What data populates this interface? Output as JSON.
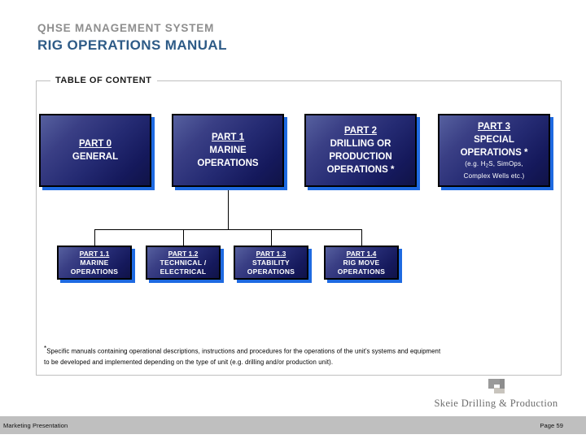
{
  "header": {
    "system_title": "QHSE MANAGEMENT SYSTEM",
    "document_title": "RIG OPERATIONS MANUAL"
  },
  "toc": {
    "legend": "TABLE OF CONTENT",
    "level1": [
      {
        "id": "part0",
        "title": "PART 0",
        "lines": [
          "GENERAL"
        ],
        "note": ""
      },
      {
        "id": "part1",
        "title": "PART 1",
        "lines": [
          "MARINE",
          "OPERATIONS"
        ],
        "note": ""
      },
      {
        "id": "part2",
        "title": "PART 2",
        "lines": [
          "DRILLING OR",
          "PRODUCTION",
          "OPERATIONS *"
        ],
        "note": ""
      },
      {
        "id": "part3",
        "title": "PART 3",
        "lines": [
          "SPECIAL",
          "OPERATIONS *"
        ],
        "note_line1": "(e.g. H",
        "note_sub": "2",
        "note_line1b": "S, SimOps,",
        "note_line2": "Complex Wells etc.)"
      }
    ],
    "level2": [
      {
        "id": "part11",
        "title": "PART 1.1",
        "lines": [
          "MARINE",
          "OPERATIONS"
        ]
      },
      {
        "id": "part12",
        "title": "PART 1.2",
        "lines": [
          "TECHNICAL /",
          "ELECTRICAL"
        ]
      },
      {
        "id": "part13",
        "title": "PART 1.3",
        "lines": [
          "STABILITY",
          "OPERATIONS"
        ]
      },
      {
        "id": "part14",
        "title": "PART 1.4",
        "lines": [
          "RIG MOVE",
          "OPERATIONS"
        ]
      }
    ]
  },
  "footnote": {
    "marker": "*",
    "line1": "Specific manuals containing operational descriptions, instructions and procedures for the operations of the unit's systems and equipment",
    "line2": "to be developed and implemented depending on the type of unit (e.g. drilling and/or production unit)."
  },
  "brand": {
    "name": "Skeie Drilling & Production"
  },
  "footer": {
    "left": "Marketing Presentation",
    "right": "Page 59"
  },
  "colors": {
    "system_title": "#8e8e8e",
    "document_title": "#2e5b87",
    "box_gradient_start": "#56609f",
    "box_gradient_end": "#101347",
    "box_shadow": "#1e6ae1",
    "footer_bar": "#bfbfbf",
    "group_border": "#bfbfbf"
  }
}
